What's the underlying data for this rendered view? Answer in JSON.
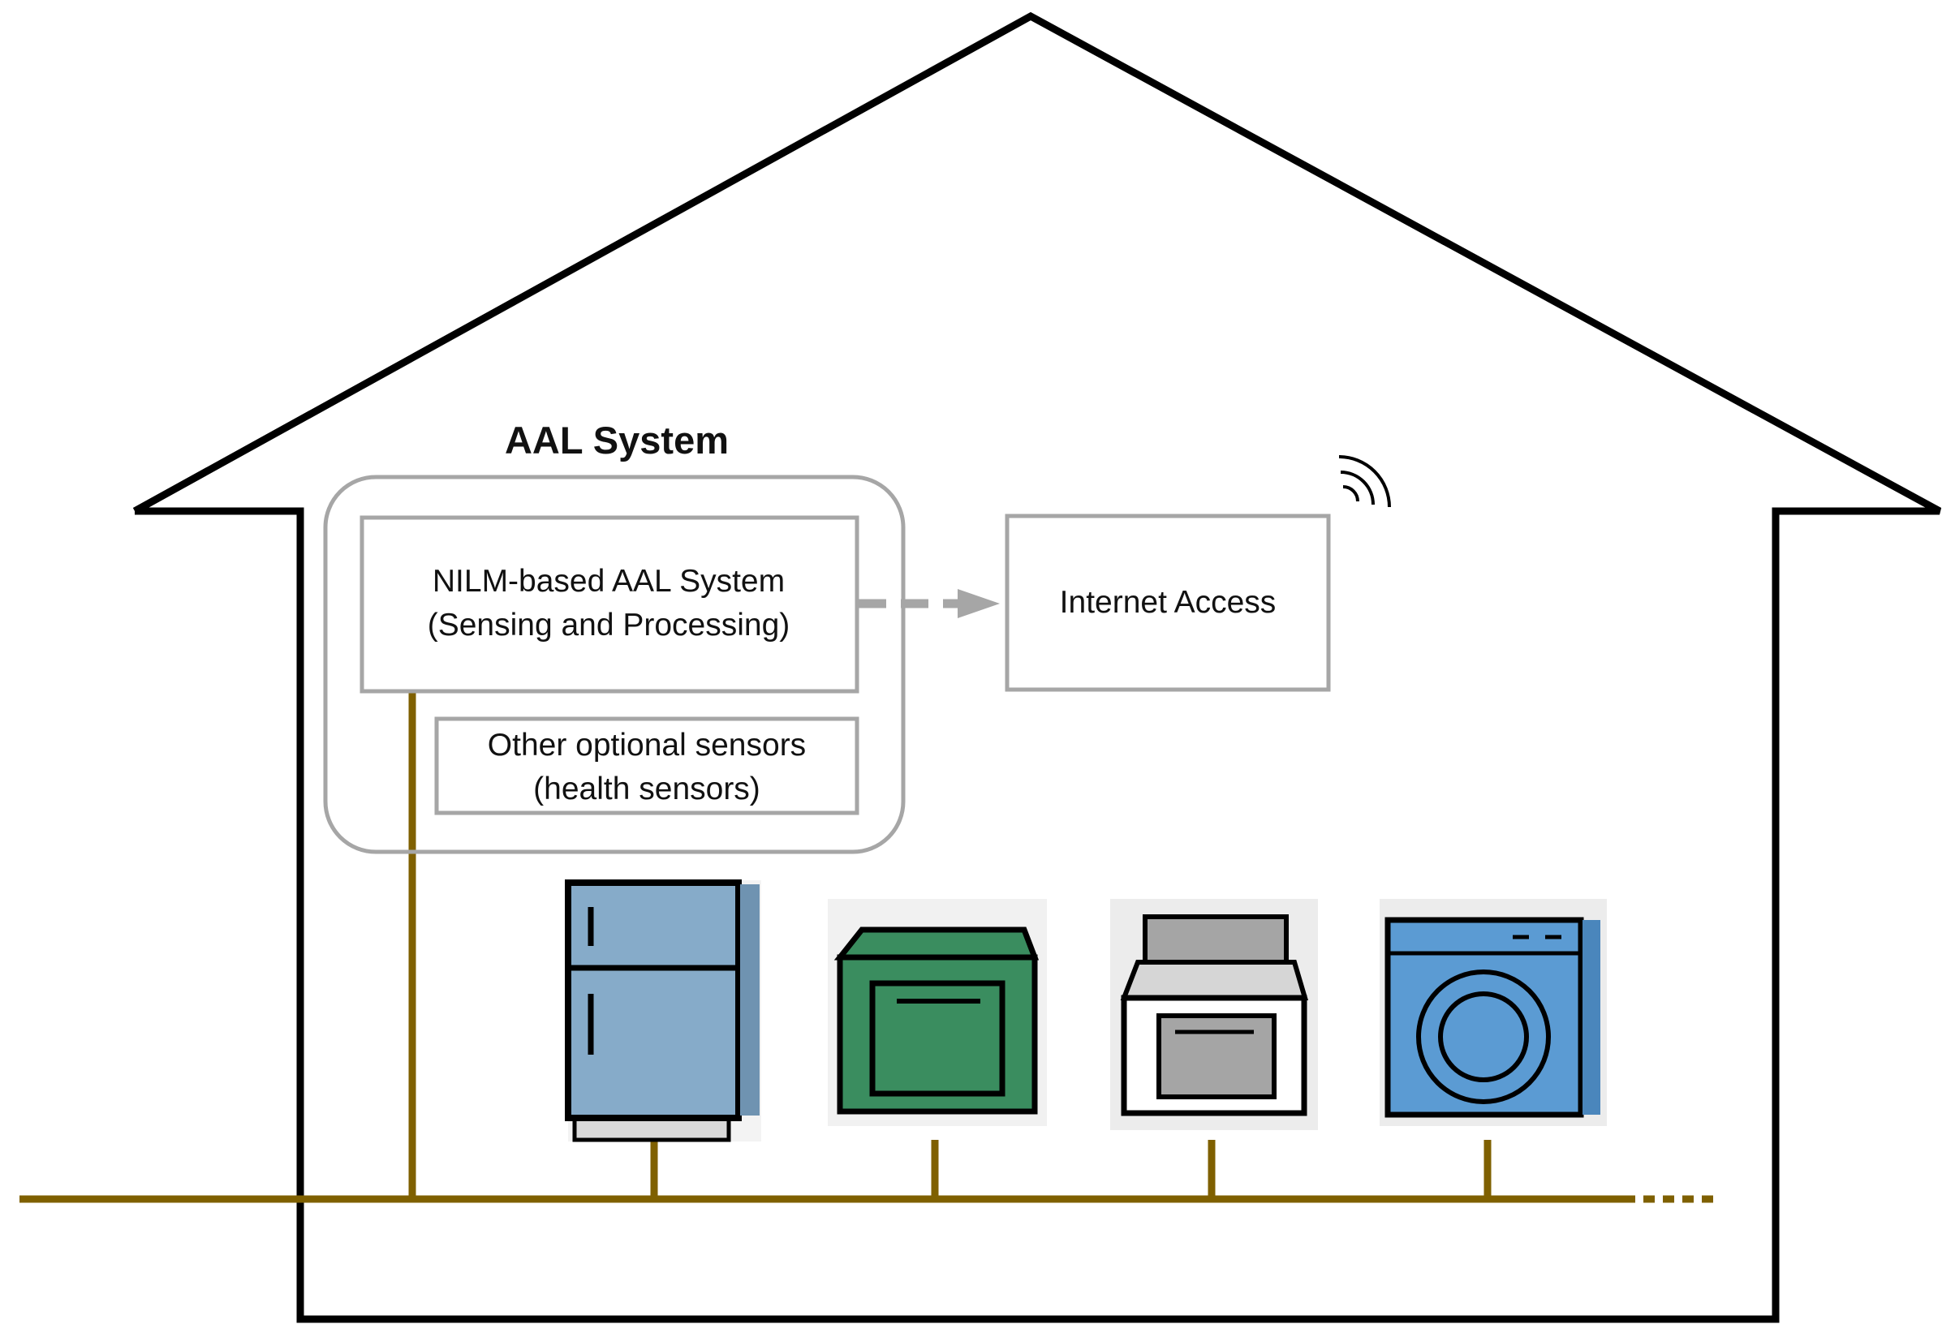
{
  "aal_group": {
    "title": "AAL System"
  },
  "nilm_box": {
    "line1": "NILM-based AAL System",
    "line2": "(Sensing and Processing)"
  },
  "sensors_box": {
    "line1": "Other optional sensors",
    "line2": "(health sensors)"
  },
  "internet_box": {
    "label": "Internet Access"
  },
  "appliances": [
    {
      "name": "refrigerator",
      "color": "#86abc9"
    },
    {
      "name": "oven",
      "color": "#3a8d5f"
    },
    {
      "name": "stove",
      "color": "#a5a5a5"
    },
    {
      "name": "washing-machine",
      "color": "#5b9bd3"
    }
  ],
  "colors": {
    "house": "#000000",
    "power_line": "#7f6000",
    "box_border": "#a6a6a6",
    "arrow": "#a6a6a6"
  }
}
